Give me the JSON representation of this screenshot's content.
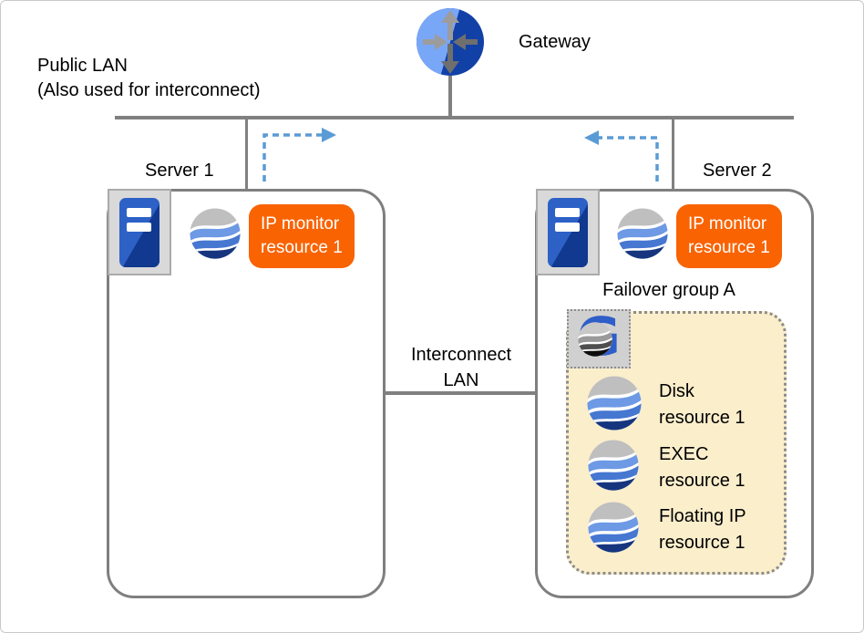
{
  "diagram": {
    "public_lan": {
      "line1": "Public LAN",
      "line2": "(Also used for interconnect)"
    },
    "gateway_label": "Gateway",
    "interconnect": {
      "line1": "Interconnect",
      "line2": "LAN"
    },
    "servers": [
      {
        "name": "Server 1",
        "monitor": {
          "line1": "IP monitor",
          "line2": "resource 1"
        }
      },
      {
        "name": "Server 2",
        "monitor": {
          "line1": "IP monitor",
          "line2": "resource 1"
        }
      }
    ],
    "failover_group": {
      "title": "Failover group A",
      "resources": [
        {
          "line1": "Disk",
          "line2": "resource 1"
        },
        {
          "line1": "EXEC",
          "line2": "resource 1"
        },
        {
          "line1": "Floating IP",
          "line2": "resource 1"
        }
      ]
    }
  },
  "icons": {
    "gateway": "router-icon",
    "server": "server-icon",
    "monitor_resource": "globe-icon",
    "group_resource": "globe-icon",
    "failover_group": "group-g-icon"
  },
  "colors": {
    "badge_orange": "#f96302",
    "line_gray": "#808080",
    "dashed_arrow_blue": "#5b9bd5",
    "group_fill_cream": "#fbeecb",
    "globe_navy": "#16357e",
    "server_blue": "#2d61c6",
    "gateway_light_blue": "#79a7f8",
    "gateway_dark_blue": "#1140a6"
  }
}
